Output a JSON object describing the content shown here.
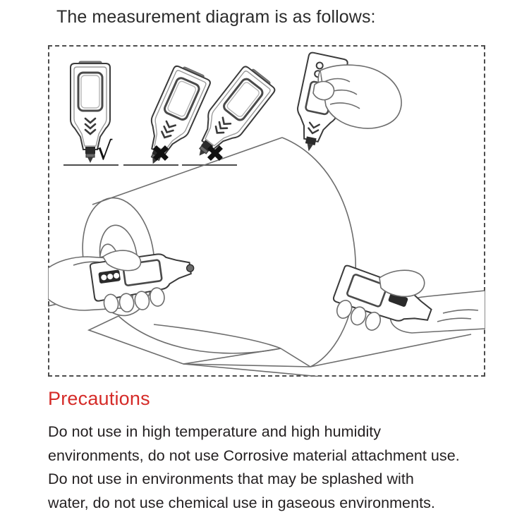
{
  "page": {
    "title": "The measurement diagram is as follows:",
    "background_color": "#ffffff",
    "text_color": "#231f20"
  },
  "diagram": {
    "frame": {
      "style": "dashed",
      "color": "#4d4d4d"
    },
    "usage_examples": [
      {
        "id": "correct-vertical",
        "orientation": "vertical",
        "mark": "√",
        "mark_meaning": "correct"
      },
      {
        "id": "incorrect-tilted-left",
        "orientation": "tilted",
        "mark": "✖",
        "mark_meaning": "incorrect"
      },
      {
        "id": "incorrect-tilted-steep",
        "orientation": "tilted-steep",
        "mark": "✖",
        "mark_meaning": "incorrect"
      }
    ],
    "scenes": [
      {
        "id": "hand-top",
        "description": "hand holding tester vertically on roll surface"
      },
      {
        "id": "roll",
        "description": "large material roll on core shaft with unwound web"
      },
      {
        "id": "hand-left",
        "description": "hand holding tester horizontally at roll core"
      },
      {
        "id": "hand-right",
        "description": "hand holding tester flat on unwound web sheet"
      }
    ]
  },
  "precautions": {
    "heading": "Precautions",
    "heading_color": "#d52b28",
    "lines": [
      "Do not use in high temperature and high humidity",
      "environments, do not use Corrosive material attachment use.",
      "Do not use in environments that may be splashed with",
      "water, do not use chemical use in gaseous environments."
    ]
  }
}
